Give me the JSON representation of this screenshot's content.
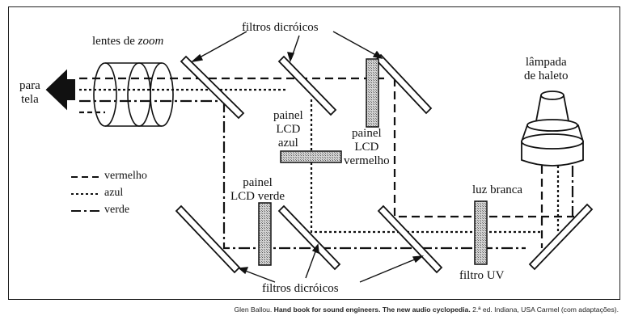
{
  "labels": {
    "to_screen": [
      "para",
      "tela"
    ],
    "zoom_lenses_prefix": "lentes de ",
    "zoom_lenses_em": "zoom",
    "dichroic_filters_top": "filtros dicróicos",
    "dichroic_filters_bottom": "filtros dicróicos",
    "halide_lamp": [
      "lâmpada",
      "de haleto"
    ],
    "lcd_blue": [
      "painel",
      "LCD",
      "azul"
    ],
    "lcd_red": [
      "painel",
      "LCD",
      "vermelho"
    ],
    "lcd_green": [
      "painel",
      "LCD verde"
    ],
    "white_light": "luz branca",
    "uv_filter": "filtro UV"
  },
  "legend": [
    {
      "label": "vermelho",
      "line_style": "dashed"
    },
    {
      "label": "azul",
      "line_style": "dotted"
    },
    {
      "label": "verde",
      "line_style": "dash-dot"
    }
  ],
  "caption": {
    "author": "Glen Ballou.",
    "title": "Hand book for sound engineers. The new audio cyclopedia.",
    "rest": "2.ª ed. Indiana, USA Carmel (com adaptações)."
  }
}
